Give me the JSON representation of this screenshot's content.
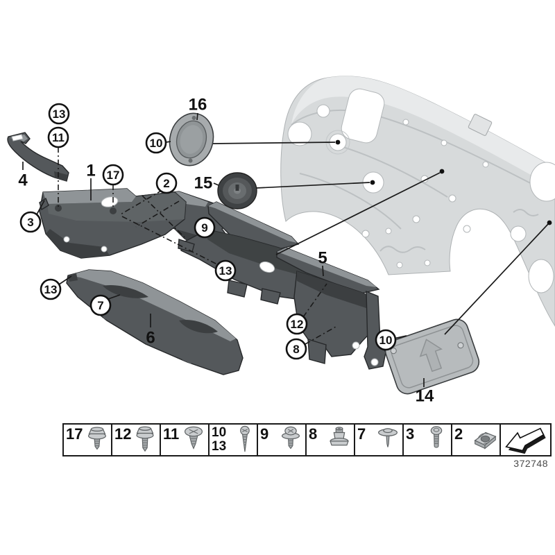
{
  "drawing_number": "372748",
  "diagram": {
    "callouts_circled": [
      {
        "label": "13"
      },
      {
        "label": "11"
      },
      {
        "label": "3"
      },
      {
        "label": "17"
      },
      {
        "label": "2"
      },
      {
        "label": "10"
      },
      {
        "label": "9"
      },
      {
        "label": "13"
      },
      {
        "label": "13"
      },
      {
        "label": "7"
      },
      {
        "label": "12"
      },
      {
        "label": "8"
      },
      {
        "label": "10"
      }
    ],
    "callouts_plain": [
      {
        "label": "4"
      },
      {
        "label": "1"
      },
      {
        "label": "16"
      },
      {
        "label": "15"
      },
      {
        "label": "5"
      },
      {
        "label": "6"
      },
      {
        "label": "14"
      }
    ],
    "colors": {
      "part_dark": "#54585b",
      "part_highlight": "#8f9497",
      "firewall": "#d7dadb",
      "firewall_highlight": "#e8eaeb",
      "line": "#1a1a1a",
      "fastener_gray": "#c9ccce"
    }
  },
  "legend": {
    "cells": [
      {
        "labels": [
          "17"
        ],
        "icon": "hex-flange-screw-icon"
      },
      {
        "labels": [
          "12"
        ],
        "icon": "hex-flange-screw-long-icon"
      },
      {
        "labels": [
          "11"
        ],
        "icon": "expanding-rivet-icon"
      },
      {
        "labels": [
          "10",
          "13"
        ],
        "icon": "tapping-screw-icon"
      },
      {
        "labels": [
          "9"
        ],
        "icon": "washer-screw-icon"
      },
      {
        "labels": [
          "8"
        ],
        "icon": "expansion-nut-icon"
      },
      {
        "labels": [
          "7"
        ],
        "icon": "push-rivet-icon"
      },
      {
        "labels": [
          "3"
        ],
        "icon": "round-head-bolt-icon"
      },
      {
        "labels": [
          "2"
        ],
        "icon": "cage-nut-icon"
      },
      {
        "labels": [],
        "icon": "direction-arrow-icon"
      }
    ]
  }
}
